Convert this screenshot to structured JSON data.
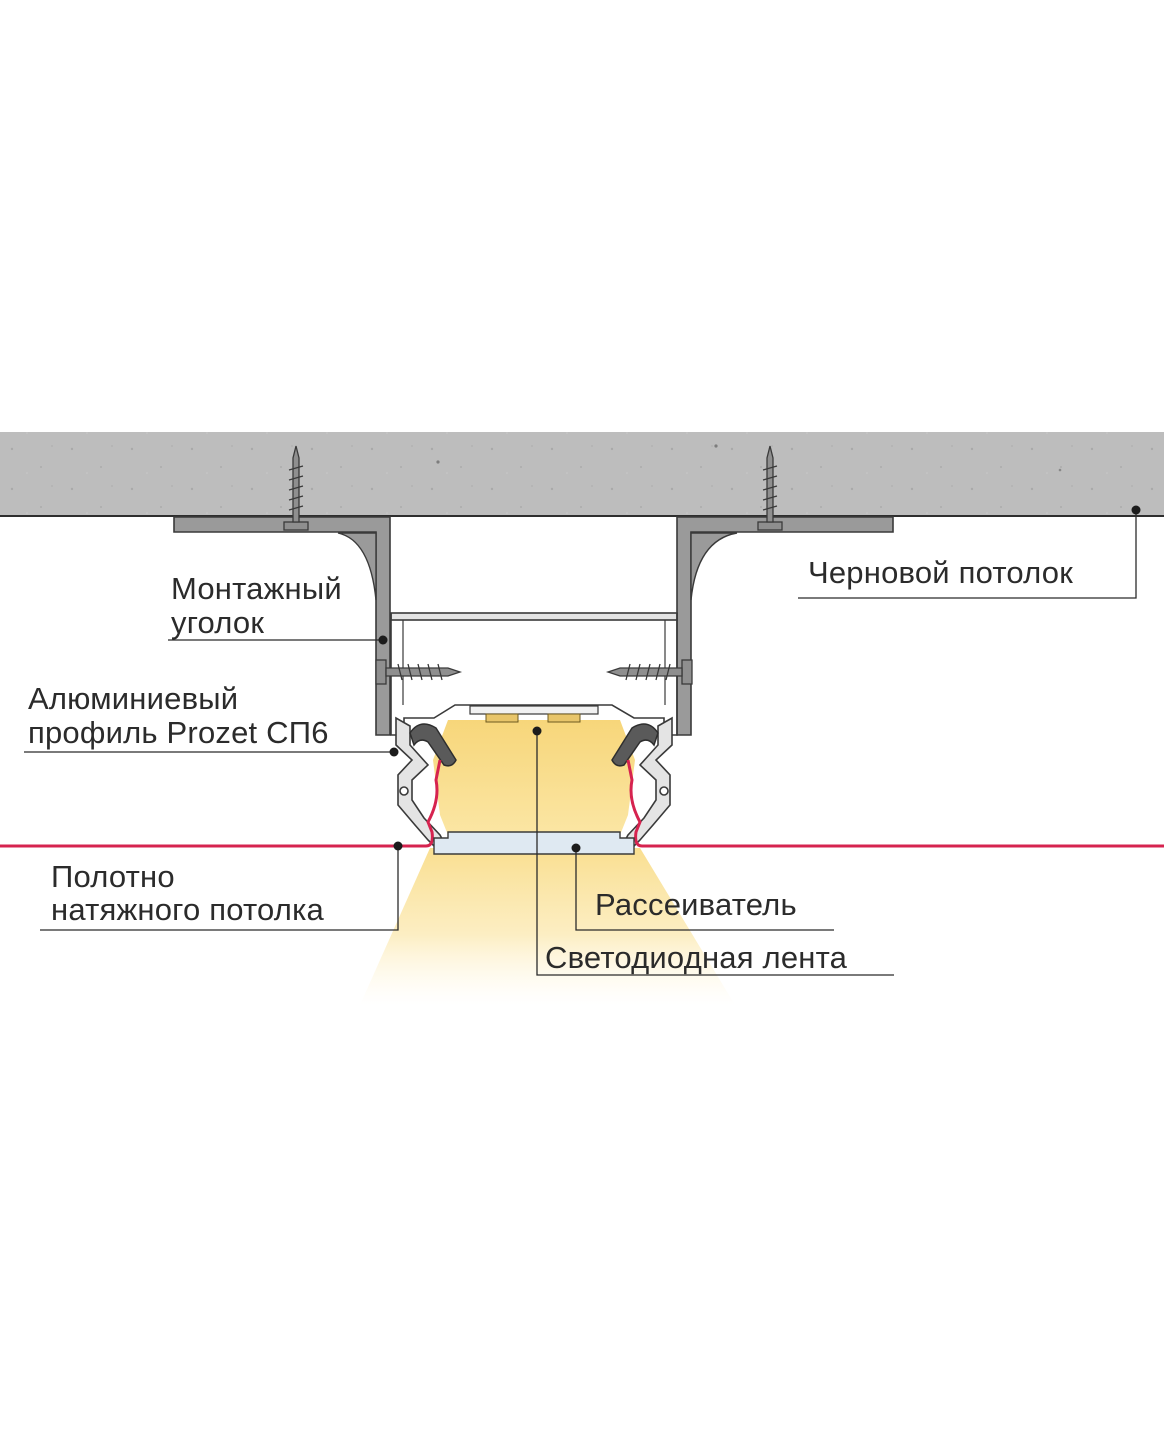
{
  "labels": {
    "rough_ceiling": "Черновой потолок",
    "mounting_angle_1": "Монтажный",
    "mounting_angle_2": "уголок",
    "profile_1": "Алюминиевый",
    "profile_2": "профиль Prozet СП6",
    "stretch_1": "Полотно",
    "stretch_2": "натяжного потолка",
    "diffuser": "Рассеиватель",
    "led_strip": "Светодиодная лента"
  },
  "colors": {
    "concrete": "#bdbdbd",
    "bracket": "#9a9a9a",
    "outline": "#3a3a3a",
    "aluminum": "#e4e4e4",
    "stretch_film": "#d6234f",
    "light": "#fbe6a4",
    "led": "#e8c56a",
    "text": "#2b2b2b"
  }
}
